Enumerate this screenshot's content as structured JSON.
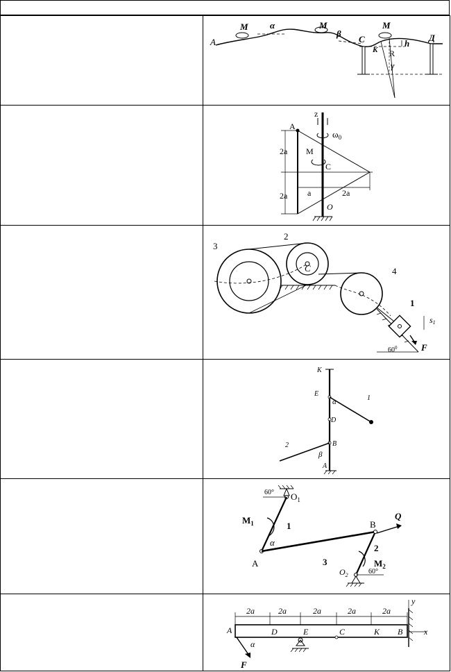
{
  "header": {
    "text": ""
  },
  "rows": [
    {
      "text": ""
    },
    {
      "text": ""
    },
    {
      "text": ""
    },
    {
      "text": ""
    },
    {
      "text": ""
    },
    {
      "text": ""
    }
  ],
  "fig1": {
    "A": "A",
    "M1": "M",
    "alpha": "α",
    "M2": "M",
    "beta": "β",
    "C": "C",
    "M3": "M",
    "D": "Д",
    "K": "K",
    "R": "R",
    "h": "h",
    "gamma": "γ"
  },
  "fig2": {
    "z": "z",
    "omega": "ω",
    "omega_sub": "0",
    "A": "A",
    "M": "M",
    "C": "C",
    "O": "O",
    "dim_2a_top": "2a",
    "dim_2a_bottom": "2a",
    "dim_a": "a",
    "dim_2a_right": "2a"
  },
  "fig3": {
    "n3": "3",
    "n2": "2",
    "C": "C",
    "n4": "4",
    "n1": "1",
    "s": "s",
    "s_sub": "1",
    "angle": "60",
    "deg": "0",
    "F": "F"
  },
  "fig4": {
    "K": "K",
    "E": "E",
    "alpha": "α",
    "n1": "1",
    "D": "D",
    "B": "B",
    "n2": "2",
    "beta": "β",
    "A": "A"
  },
  "fig5": {
    "angle1": "60°",
    "O1": "O",
    "O1_sub": "1",
    "M1": "M",
    "M1_sub": "1",
    "n1": "1",
    "alpha": "α",
    "A": "A",
    "n3": "3",
    "B": "B",
    "Q": "Q",
    "n2": "2",
    "M2": "M",
    "M2_sub": "2",
    "O2": "O",
    "O2_sub": "2",
    "angle2": "60°"
  },
  "fig6": {
    "y": "y",
    "x": "x",
    "A": "A",
    "D": "D",
    "E": "E",
    "C": "C",
    "K": "K",
    "B": "B",
    "alpha": "α",
    "F": "F",
    "seg1": "2a",
    "seg2": "2a",
    "seg3": "2a",
    "seg4": "2a",
    "seg5": "2a"
  }
}
